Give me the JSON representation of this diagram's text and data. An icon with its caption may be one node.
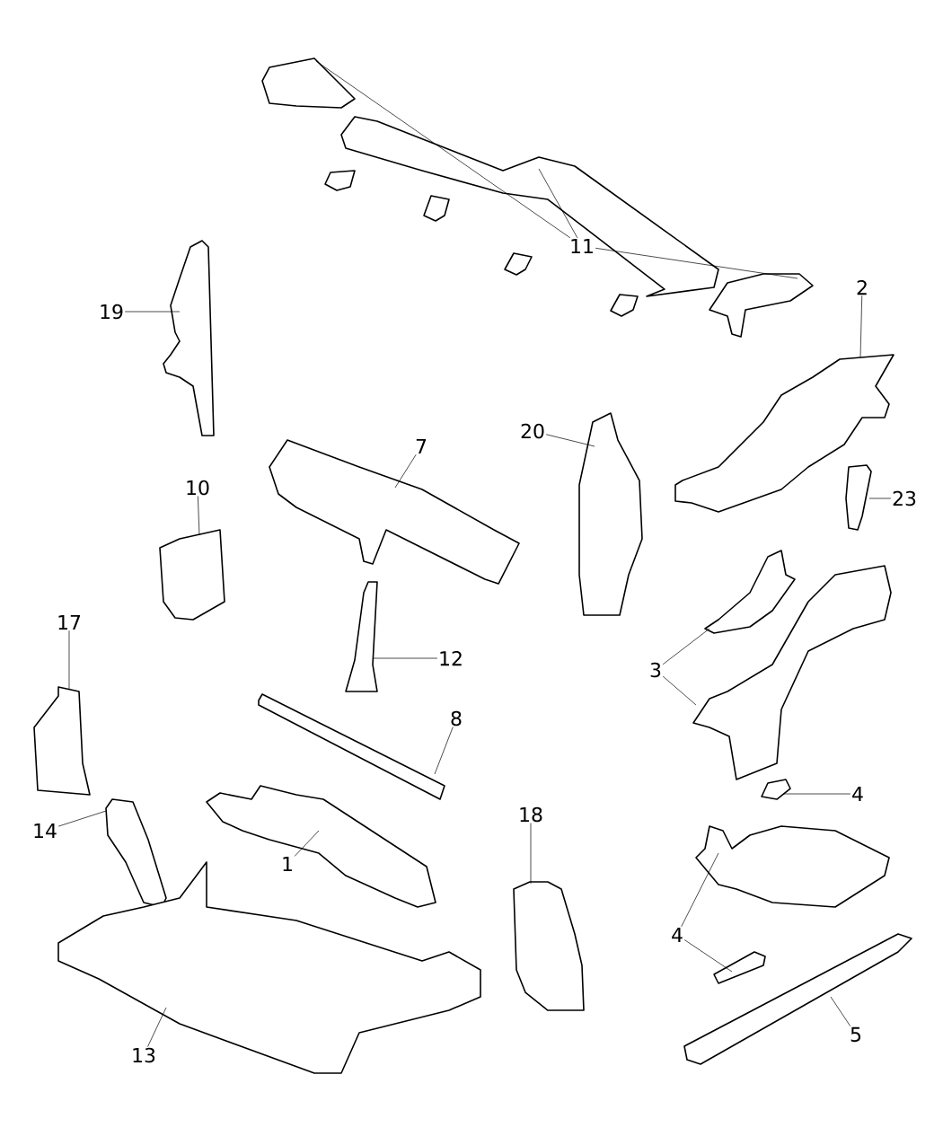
{
  "diagram": {
    "nodes": [
      {
        "text": [
          "11"
        ]
      },
      {
        "text": [],
        "shape": "picture"
      },
      {
        "text": [],
        "shape": "picture"
      },
      {
        "text": [],
        "shape": "picture"
      },
      {
        "text": [
          "19"
        ]
      },
      {
        "text": [],
        "shape": "picture"
      },
      {
        "text": [
          "2"
        ]
      },
      {
        "text": [],
        "shape": "picture"
      },
      {
        "text": [
          "20"
        ]
      },
      {
        "text": [],
        "shape": "picture"
      },
      {
        "text": [
          "7"
        ]
      },
      {
        "text": [],
        "shape": "picture"
      },
      {
        "text": [
          "10"
        ]
      },
      {
        "text": [],
        "shape": "picture"
      },
      {
        "text": [
          "23"
        ]
      },
      {
        "text": [],
        "shape": "picture"
      },
      {
        "text": [
          "3"
        ]
      },
      {
        "text": [],
        "shape": "picture"
      },
      {
        "text": [],
        "shape": "picture"
      },
      {
        "text": [
          "12"
        ]
      },
      {
        "text": [],
        "shape": "picture"
      },
      {
        "text": [
          "17"
        ]
      },
      {
        "text": [],
        "shape": "picture"
      },
      {
        "text": [
          "8"
        ]
      },
      {
        "text": [],
        "shape": "picture"
      },
      {
        "text": [
          "4"
        ]
      },
      {
        "text": [],
        "shape": "picture"
      },
      {
        "text": [
          "14"
        ]
      },
      {
        "text": [],
        "shape": "picture"
      },
      {
        "text": [
          "1"
        ]
      },
      {
        "text": [],
        "shape": "picture"
      },
      {
        "text": [
          "18"
        ]
      },
      {
        "text": [],
        "shape": "picture"
      },
      {
        "text": [
          "4"
        ]
      },
      {
        "text": [],
        "shape": "picture"
      },
      {
        "text": [],
        "shape": "picture"
      },
      {
        "text": [
          "13"
        ]
      },
      {
        "text": [],
        "shape": "picture"
      },
      {
        "text": [
          "5"
        ]
      },
      {
        "text": [],
        "shape": "picture"
      }
    ],
    "edges": [
      {
        "from": 0,
        "to": 1,
        "arrow": "none"
      },
      {
        "from": 0,
        "to": 2,
        "arrow": "none"
      },
      {
        "from": 0,
        "to": 3,
        "arrow": "none"
      },
      {
        "from": 4,
        "to": 5,
        "arrow": "none"
      },
      {
        "from": 6,
        "to": 7,
        "arrow": "none"
      },
      {
        "from": 8,
        "to": 9,
        "arrow": "none"
      },
      {
        "from": 10,
        "to": 11,
        "arrow": "none"
      },
      {
        "from": 12,
        "to": 13,
        "arrow": "none"
      },
      {
        "from": 14,
        "to": 15,
        "arrow": "none"
      },
      {
        "from": 16,
        "to": 17,
        "arrow": "none"
      },
      {
        "from": 16,
        "to": 18,
        "arrow": "none"
      },
      {
        "from": 19,
        "to": 20,
        "arrow": "none"
      },
      {
        "from": 21,
        "to": 22,
        "arrow": "none"
      },
      {
        "from": 23,
        "to": 24,
        "arrow": "none"
      },
      {
        "from": 25,
        "to": 26,
        "arrow": "none"
      },
      {
        "from": 27,
        "to": 28,
        "arrow": "none"
      },
      {
        "from": 29,
        "to": 30,
        "arrow": "none"
      },
      {
        "from": 31,
        "to": 32,
        "arrow": "none"
      },
      {
        "from": 33,
        "to": 34,
        "arrow": "none"
      },
      {
        "from": 33,
        "to": 35,
        "arrow": "none"
      },
      {
        "from": 36,
        "to": 37,
        "arrow": "none"
      },
      {
        "from": 38,
        "to": 39,
        "arrow": "none"
      }
    ]
  }
}
